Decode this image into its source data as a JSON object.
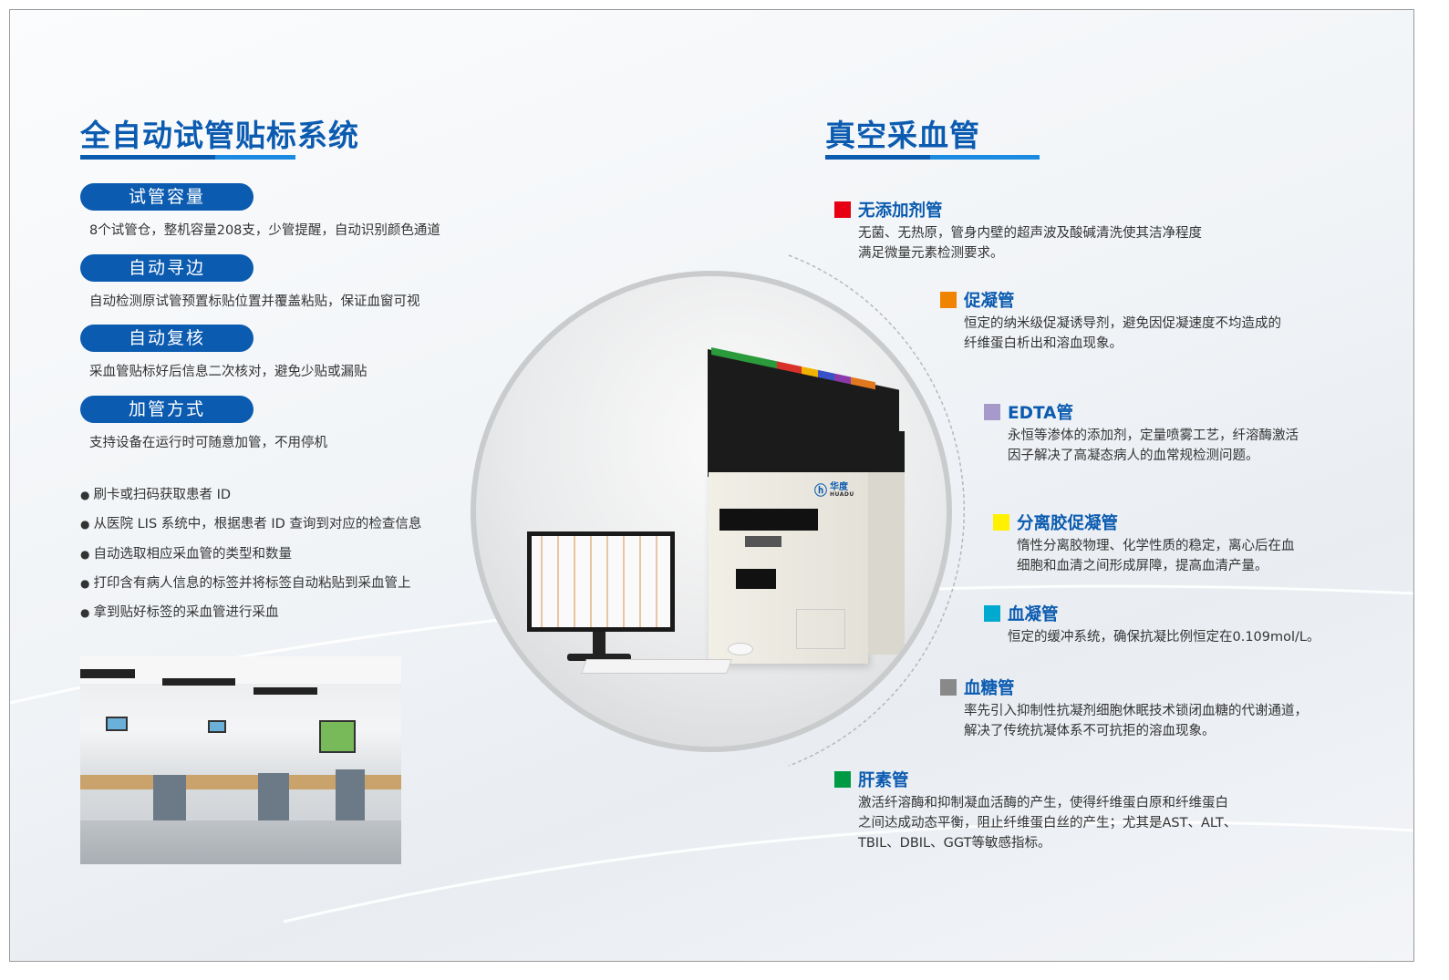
{
  "left": {
    "title": "全自动试管贴标系统",
    "features": [
      {
        "label": "试管容量",
        "desc": "8个试管仓，整机容量208支，少管提醒，自动识别颜色通道"
      },
      {
        "label": "自动寻边",
        "desc": "自动检测原试管预置标贴位置并覆盖粘贴，保证血窗可视"
      },
      {
        "label": "自动复核",
        "desc": "采血管贴标好后信息二次核对，避免少贴或漏贴"
      },
      {
        "label": "加管方式",
        "desc": "支持设备在运行时可随意加管，不用停机"
      }
    ],
    "bullets": [
      "刷卡或扫码获取患者 ID",
      "从医院 LIS 系统中，根据患者 ID 查询到对应的检查信息",
      "自动选取相应采血管的类型和数量",
      "打印含有病人信息的标签并将标签自动粘贴到采血管上",
      "拿到贴好标签的采血管进行采血"
    ]
  },
  "device": {
    "brand_cn": "华度",
    "brand_en": "HUADU"
  },
  "right": {
    "title": "真空采血管",
    "items": [
      {
        "name": "无添加剂管",
        "color": "#e60012",
        "lines": [
          "无菌、无热原，管身内壁的超声波及酸碱清洗使其洁净程度",
          "满足微量元素检测要求。"
        ]
      },
      {
        "name": "促凝管",
        "color": "#f08300",
        "lines": [
          "恒定的纳米级促凝诱导剂，避免因促凝速度不均造成的",
          "纤维蛋白析出和溶血现象。"
        ]
      },
      {
        "name": "EDTA管",
        "color": "#a59aca",
        "lines": [
          "永恒等渗体的添加剂，定量喷雾工艺，纤溶酶激活",
          "因子解决了高凝态病人的血常规检测问题。"
        ]
      },
      {
        "name": "分离胶促凝管",
        "color": "#fff100",
        "lines": [
          "惰性分离胶物理、化学性质的稳定，离心后在血",
          "细胞和血清之间形成屏障，提高血清产量。"
        ]
      },
      {
        "name": "血凝管",
        "color": "#00a9ce",
        "lines": [
          "恒定的缓冲系统，确保抗凝比例恒定在0.109mol/L。"
        ]
      },
      {
        "name": "血糖管",
        "color": "#898989",
        "lines": [
          "率先引入抑制性抗凝剂细胞休眠技术锁闭血糖的代谢通道，",
          "解决了传统抗凝体系不可抗拒的溶血现象。"
        ]
      },
      {
        "name": "肝素管",
        "color": "#009944",
        "lines": [
          "激活纤溶酶和抑制凝血活酶的产生，使得纤维蛋白原和纤维蛋白",
          "之间达成动态平衡，阻止纤维蛋白丝的产生；尤其是AST、ALT、",
          "TBIL、DBIL、GGT等敏感指标。"
        ]
      }
    ]
  }
}
